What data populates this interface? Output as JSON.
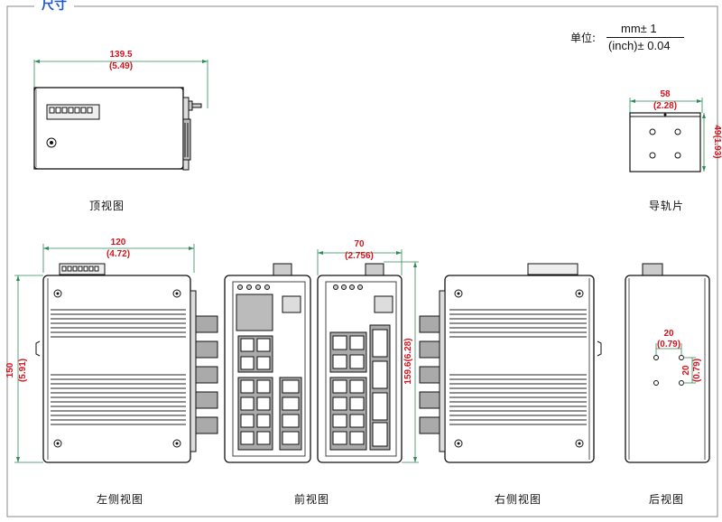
{
  "section_title": "尺寸",
  "units": {
    "label": "单位:",
    "numerator": "mm± 1",
    "denominator": "(inch)± 0.04"
  },
  "views": {
    "top": {
      "label": "顶视图",
      "dim_mm": "139.5",
      "dim_in": "(5.49)"
    },
    "rail": {
      "label": "导轨片",
      "width_mm": "58",
      "width_in": "(2.28)",
      "height": "49(1.93)"
    },
    "left": {
      "label": "左侧视图",
      "width_mm": "120",
      "width_in": "(4.72)",
      "height_mm": "150",
      "height_in": "(5.91)"
    },
    "front": {
      "label": "前视图",
      "width_mm": "70",
      "width_in": "(2.756)",
      "height": "159.6(6.28)"
    },
    "right": {
      "label": "右侧视图"
    },
    "rear": {
      "label": "后视图",
      "hole_h_mm": "20",
      "hole_h_in": "(0.79)",
      "hole_v_mm": "20",
      "hole_v_in": "(0.79)"
    }
  },
  "colors": {
    "dimension": "#d4141e",
    "dimension_line": "#2e8b57",
    "title": "#1e56c8"
  }
}
